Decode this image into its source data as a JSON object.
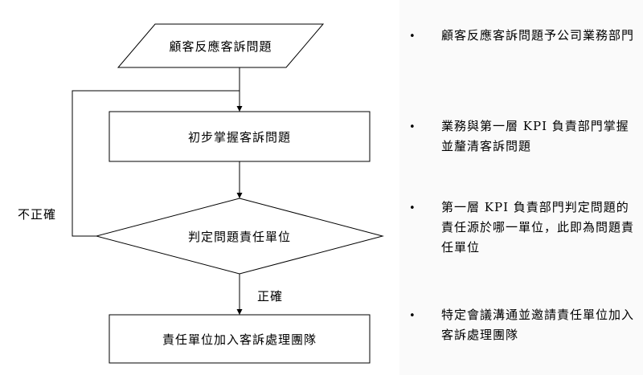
{
  "flowchart": {
    "nodes": {
      "input": "顧客反應客訴問題",
      "grasp": "初步掌握客訴問題",
      "decision": "判定問題責任單位",
      "join_team": "責任單位加入客訴處理團隊"
    },
    "edges": {
      "incorrect_label": "不正確",
      "correct_label": "正確"
    }
  },
  "notes": [
    {
      "bullet": "•",
      "text": "顧客反應客訴問題予公司業務部門"
    },
    {
      "bullet": "•",
      "text": "業務與第一層 KPI 負責部門掌握並釐清客訴問題"
    },
    {
      "bullet": "•",
      "text": "第一層 KPI 負責部門判定問題的責任源於哪一單位，此即為問題責任單位"
    },
    {
      "bullet": "•",
      "text": "特定會議溝通並邀請責任單位加入客訴處理團隊"
    }
  ]
}
